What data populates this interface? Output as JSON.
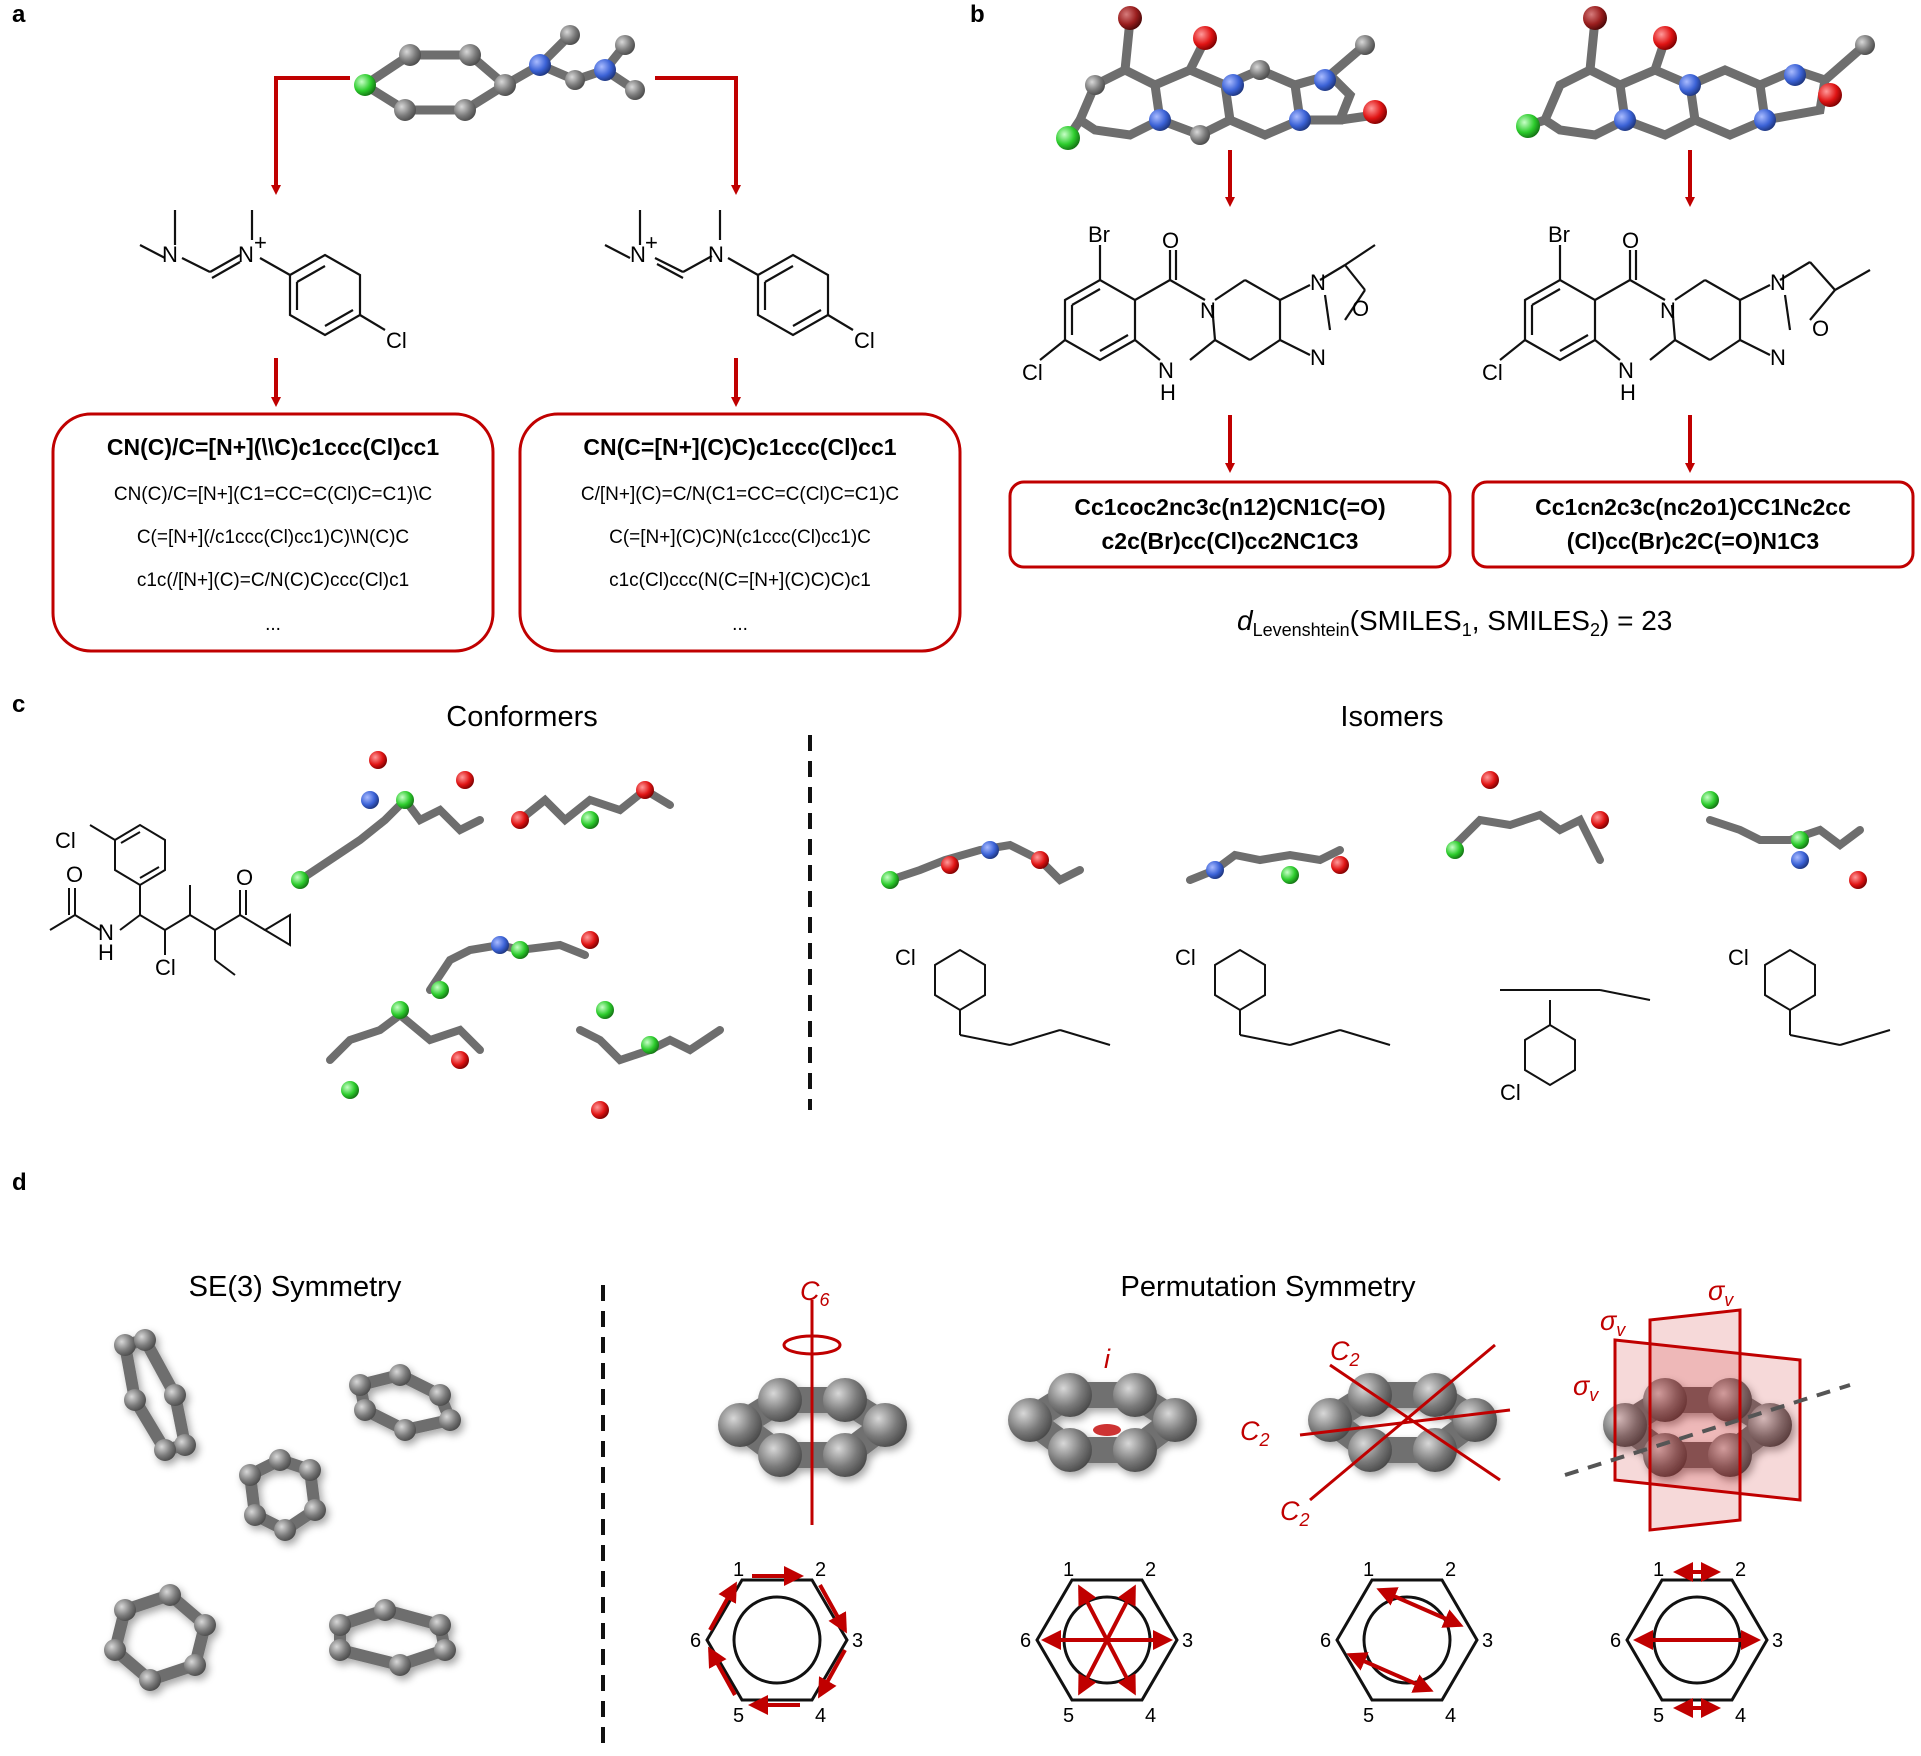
{
  "colors": {
    "accent_red": "#c00000",
    "atom_gray": "#7a7a7a",
    "nitrogen": "#3b62d6",
    "oxygen": "#e01414",
    "chlorine": "#2ccc2c",
    "bromine": "#9a1e1e"
  },
  "panels": {
    "a": "a",
    "b": "b",
    "c": "c",
    "d": "d"
  },
  "panel_a": {
    "left": {
      "main": "CN(C)/C=[N+](\\\\C)c1ccc(Cl)cc1",
      "alts": [
        "CN(C)/C=[N+](C1=CC=C(Cl)C=C1)\\C",
        "C(=[N+](/c1ccc(Cl)cc1)C)\\N(C)C",
        "c1c(/[N+](C)=C/N(C)C)ccc(Cl)c1"
      ],
      "ellipsis": "..."
    },
    "right": {
      "main": "CN(C=[N+](C)C)c1ccc(Cl)cc1",
      "alts": [
        "C/[N+](C)=C/N(C1=CC=C(Cl)C=C1)C",
        "C(=[N+](C)C)N(c1ccc(Cl)cc1)C",
        "c1c(Cl)ccc(N(C=[N+](C)C)C)c1"
      ],
      "ellipsis": "..."
    },
    "atoms": {
      "N": "N",
      "Nplus": "N",
      "plus": "+",
      "Cl": "Cl"
    }
  },
  "panel_b": {
    "left_smiles": [
      "Cc1coc2nc3c(n12)CN1C(=O)",
      "c2c(Br)cc(Cl)cc2NC1C3"
    ],
    "right_smiles": [
      "Cc1cn2c3c(nc2o1)CC1Nc2cc",
      "(Cl)cc(Br)c2C(=O)N1C3"
    ],
    "distance": {
      "d": "d",
      "sub": "Levenshtein",
      "text1": "(SMILES",
      "sub1": "1",
      "text2": ", SMILES",
      "sub2": "2",
      "text3": ") = 23"
    },
    "atoms": {
      "Br": "Br",
      "O": "O",
      "Cl": "Cl",
      "N": "N",
      "H": "H"
    }
  },
  "panel_c": {
    "conformers_title": "Conformers",
    "isomers_title": "Isomers",
    "atoms": {
      "Cl": "Cl",
      "O": "O",
      "N": "N",
      "H": "H"
    }
  },
  "panel_d": {
    "se3_title": "SE(3) Symmetry",
    "perm_title": "Permutation Symmetry",
    "symbols": {
      "C6": "C",
      "C6_sub": "6",
      "i": "i",
      "C2": "C",
      "C2_sub": "2",
      "sigma": "σ",
      "sigma_sub": "v"
    },
    "ring_numbers": [
      "1",
      "2",
      "3",
      "4",
      "5",
      "6"
    ]
  }
}
